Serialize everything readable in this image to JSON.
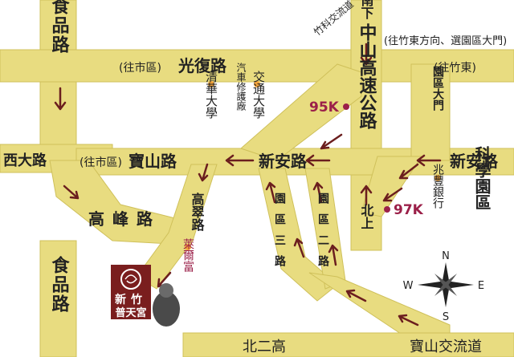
{
  "colors": {
    "road": "#E8DC80",
    "road_edge": "#CFC05A",
    "arrow": "#6B1E1E",
    "poi": "#F2A23A",
    "km": "#9B2049",
    "brand": "#7A1E1E",
    "text": "#222222"
  },
  "roads": {
    "shipin_top": "食品路",
    "shipin_bottom": "食品路",
    "guangfu": "光復路",
    "guangfu_note": "(往市區)",
    "baoshan": "寶山路",
    "baoshan_note": "(往市區)",
    "xida": "西大路",
    "gaofeng": "高峰路",
    "gaocui": "高翠路",
    "xinan_center": "新安路",
    "xinan_right": "新安路",
    "freeway": "中山高速公路",
    "nanxia": "南下",
    "beishang": "北上",
    "zhuxiang": "竹科交流道",
    "zhudong_dir": "(往竹東方向、選園區大門)",
    "zhudong": "(往竹東)",
    "yuanqu_gate": "園區大門",
    "yuanqu3": "園區三路",
    "yuanqu2": "園區二路",
    "beierga": "北二高",
    "baoshan_ic": "寶山交流道"
  },
  "pois": {
    "tsinghua": "清華大學",
    "jiaotong": "交通大學",
    "car_repair": "汽車修護廠",
    "zhaofeng": "兆豐銀行",
    "laierfu": "萊爾富",
    "science_park": "科學園區"
  },
  "km": {
    "k95": "95K",
    "k97": "97K"
  },
  "brand": {
    "line1": "新竹",
    "line2": "普天宮"
  },
  "compass": {
    "n": "N",
    "s": "S",
    "e": "E",
    "w": "W"
  }
}
